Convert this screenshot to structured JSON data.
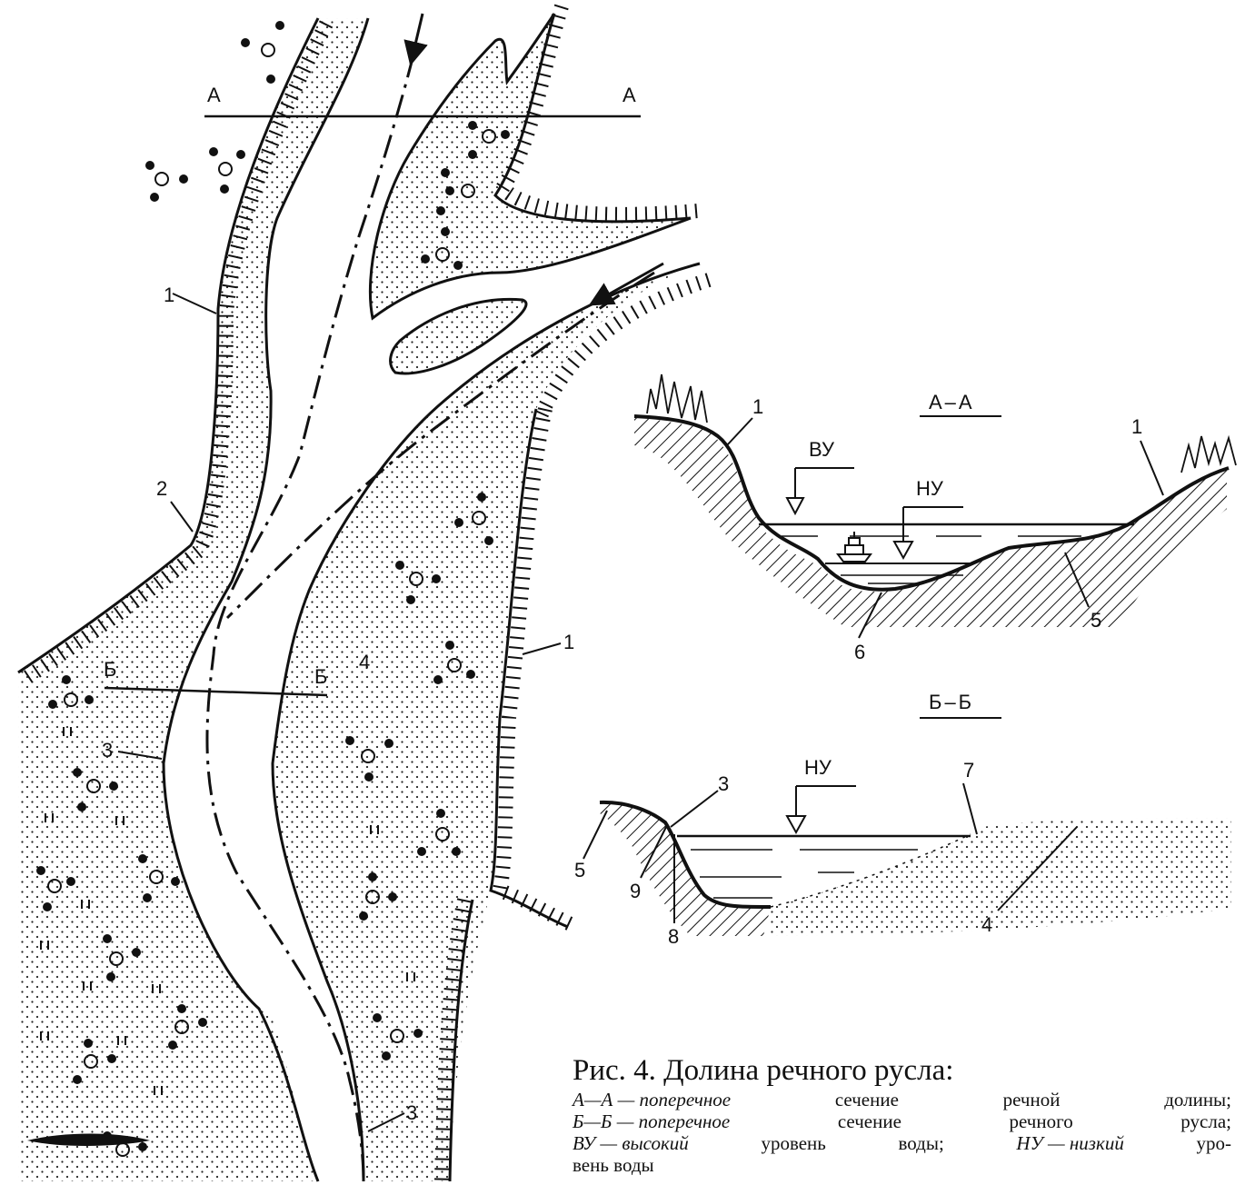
{
  "plan": {
    "section_aa": {
      "left": "А",
      "right": "А"
    },
    "section_bb": {
      "left": "Б",
      "right": "Б"
    },
    "labels": {
      "l1_left": "1",
      "l2": "2",
      "l3_left": "3",
      "l1_right": "1",
      "l4": "4",
      "l3_bottom": "3"
    }
  },
  "section_aa": {
    "title": "А–А",
    "high_water": "ВУ",
    "low_water": "НУ",
    "labels": {
      "l1_left": "1",
      "l1_right": "1",
      "l5": "5",
      "l6": "6"
    }
  },
  "section_bb": {
    "title": "Б–Б",
    "low_water": "НУ",
    "labels": {
      "l3": "3",
      "l7": "7",
      "l5": "5",
      "l9": "9",
      "l8": "8",
      "l4": "4"
    }
  },
  "caption": {
    "title": "Рис. 4. Долина речного русла:",
    "line1": [
      "А—А — поперечное",
      "сечение",
      "речной",
      "долины;"
    ],
    "line2": [
      "Б—Б — поперечное",
      "сечение",
      "речного",
      "русла;"
    ],
    "line3": [
      "ВУ — высокий",
      "уровень",
      "воды;",
      "НУ — низкий",
      "уро-"
    ],
    "line4": "вень воды"
  }
}
